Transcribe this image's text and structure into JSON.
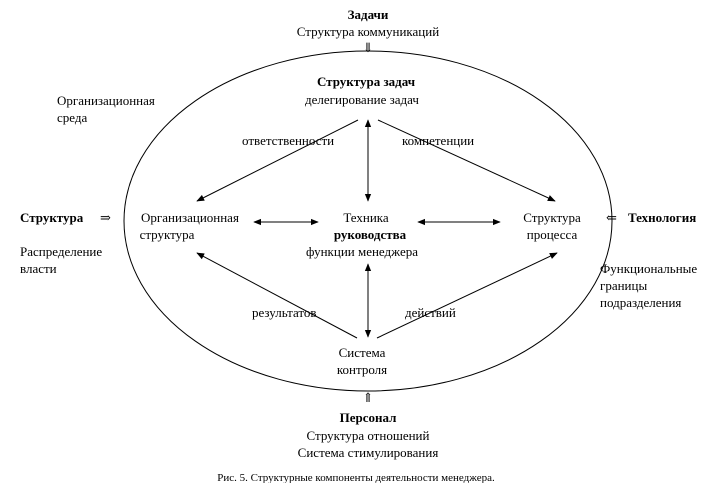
{
  "top": {
    "title": "Задачи",
    "subtitle": "Структура коммуникаций",
    "arrow": "⇓"
  },
  "task_structure": {
    "title": "Структура задач",
    "subtitle": "делегирование задач"
  },
  "org_environment": {
    "line1": "Организационная",
    "line2": "среда"
  },
  "edge_labels": {
    "responsibility": "ответственности",
    "competence": "компетенции",
    "results": "результатов",
    "actions": "действий"
  },
  "left": {
    "title": "Структура",
    "arrow": "⇒",
    "line1": "Распределение",
    "line2": "власти"
  },
  "right": {
    "arrow": "⇐",
    "title": "Технология",
    "line1": "Функциональные",
    "line2": "границы",
    "line3": "подразделения"
  },
  "org_structure": {
    "line1": "Организационная",
    "line2": "структура"
  },
  "center": {
    "line1": "Техника",
    "line2": "руководства",
    "line3": "функции менеджера"
  },
  "process_structure": {
    "line1": "Структура",
    "line2": "процесса"
  },
  "control_system": {
    "line1": "Система",
    "line2": "контроля"
  },
  "bottom": {
    "arrow": "⇑",
    "title": "Персонал",
    "line1": "Структура отношений",
    "line2": "Система стимулирования"
  },
  "caption": {
    "prefix": "Рис. 5.",
    "text": " Структурные компоненты деятельности менеджера."
  }
}
